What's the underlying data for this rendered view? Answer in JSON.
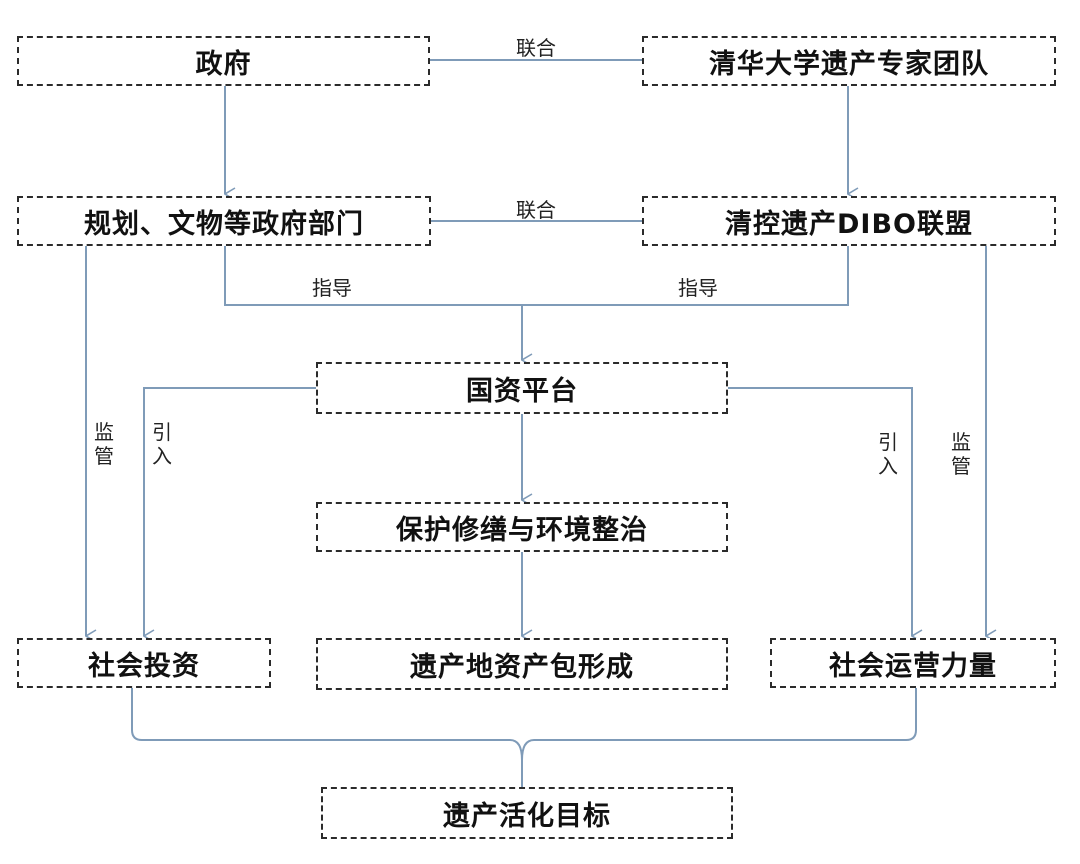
{
  "diagram": {
    "nodes": {
      "government": "政府",
      "tsinghua_team": "清华大学遗产专家团队",
      "gov_departments": "规划、文物等政府部门",
      "dibo_alliance": "清控遗产DIBO联盟",
      "state_platform": "国资平台",
      "protection": "保护修缮与环境整治",
      "social_investment": "社会投资",
      "asset_package": "遗产地资产包形成",
      "social_operation": "社会运营力量",
      "goal": "遗产活化目标"
    },
    "edge_labels": {
      "union_top": "联合",
      "union_mid": "联合",
      "guide_left": "指导",
      "guide_right": "指导",
      "supervise_left": "监管",
      "introduce_left": "引入",
      "introduce_right": "引入",
      "supervise_right": "监管"
    },
    "colors": {
      "line": "#7f9bb8",
      "border": "#2b2b2b"
    }
  }
}
